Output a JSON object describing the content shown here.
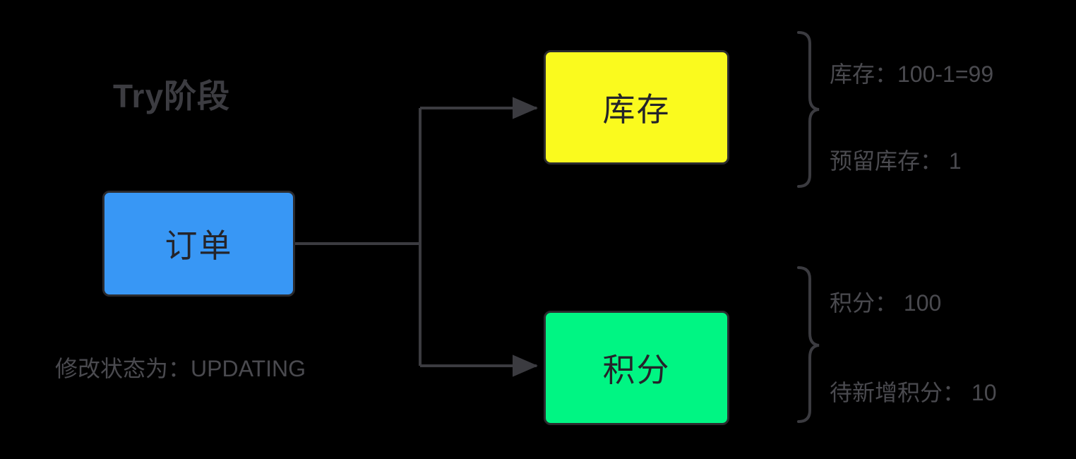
{
  "diagram": {
    "title": "Try阶段",
    "background": "#000000",
    "status_note": "修改状态为：UPDATING",
    "line_color": "#3b3b40",
    "text_color": "#4a4a4f",
    "nodes": [
      {
        "id": "order",
        "label": "订单",
        "color": "#3897F5",
        "border": "#2b2b2e"
      },
      {
        "id": "stock",
        "label": "库存",
        "color": "#FAFA1E",
        "border": "#2b2b2e"
      },
      {
        "id": "points",
        "label": "积分",
        "color": "#00F583",
        "border": "#2b2b2e"
      }
    ],
    "annotations": {
      "stock": [
        "库存：100-1=99",
        "预留库存： 1"
      ],
      "points": [
        "积分： 100",
        "待新增积分： 10"
      ]
    }
  }
}
